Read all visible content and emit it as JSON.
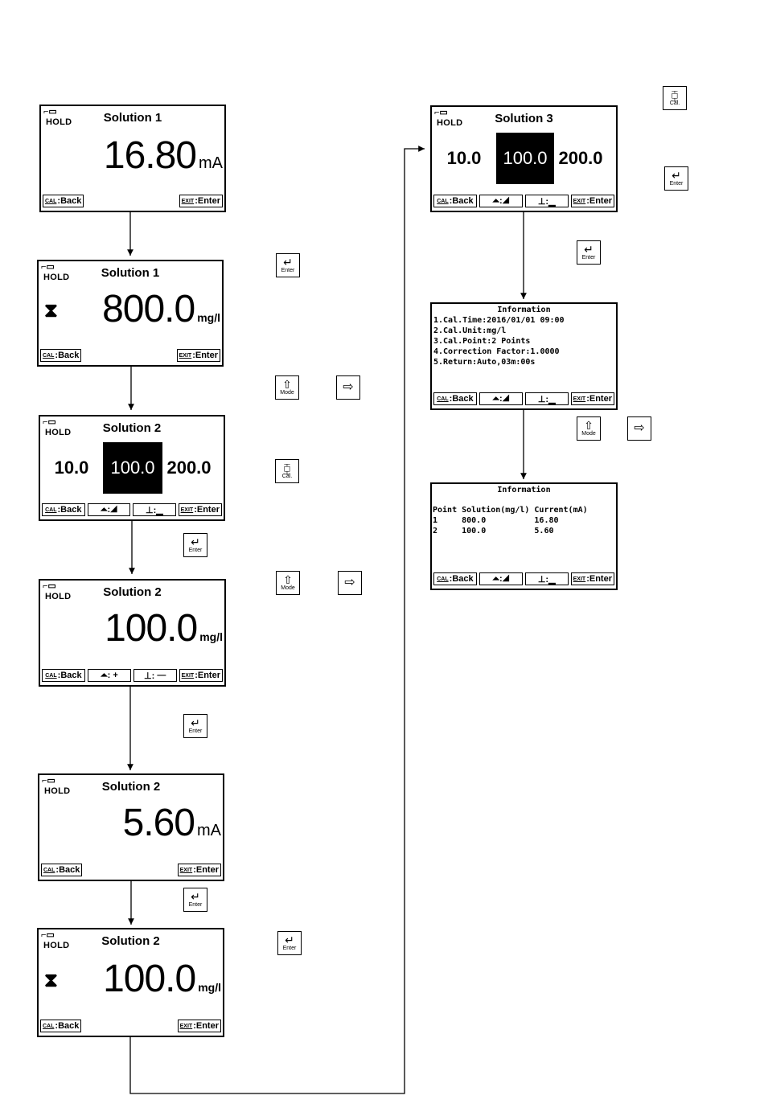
{
  "softkeys": {
    "back": "Back",
    "enter": "Enter",
    "tag_cal": "CAL",
    "tag_exit": "EXIT",
    "inc_plus": "+",
    "dec_minus": "—"
  },
  "status": {
    "hold": "HOLD"
  },
  "screens": [
    {
      "title": "Solution 1",
      "value": "16.80",
      "unit": "mA"
    },
    {
      "title": "Solution 1",
      "value": "800.0",
      "unit": "mg/l"
    },
    {
      "title": "Solution 2",
      "left": "10.0",
      "center": "100.0",
      "right": "200.0"
    },
    {
      "title": "Solution 2",
      "value": "100.0",
      "unit": "mg/l"
    },
    {
      "title": "Solution 2",
      "value": "5.60",
      "unit": "mA"
    },
    {
      "title": "Solution 2",
      "value": "100.0",
      "unit": "mg/l"
    },
    {
      "title": "Solution 3",
      "left": "10.0",
      "center": "100.0",
      "right": "200.0"
    }
  ],
  "info1": {
    "title": "Information",
    "lines": [
      "1.Cal.Time:2016/01/01 09:00",
      "2.Cal.Unit:mg/l",
      "3.Cal.Point:2 Points",
      "4.Correction Factor:1.0000",
      "5.Return:Auto,03m:00s"
    ]
  },
  "info2": {
    "title": "Information",
    "headers": [
      "Point",
      "Solution(mg/l)",
      "Current(mA)"
    ],
    "rows": [
      [
        "1",
        "800.0",
        "16.80"
      ],
      [
        "2",
        "100.0",
        "5.60"
      ]
    ]
  },
  "keys": {
    "enter": "Enter",
    "mode": "Mode",
    "cal": "Cal.",
    "enter_symbol": "↵",
    "mode_symbol": "⇧",
    "cal_symbol": "⧮",
    "arrow_symbol": "⇨"
  }
}
